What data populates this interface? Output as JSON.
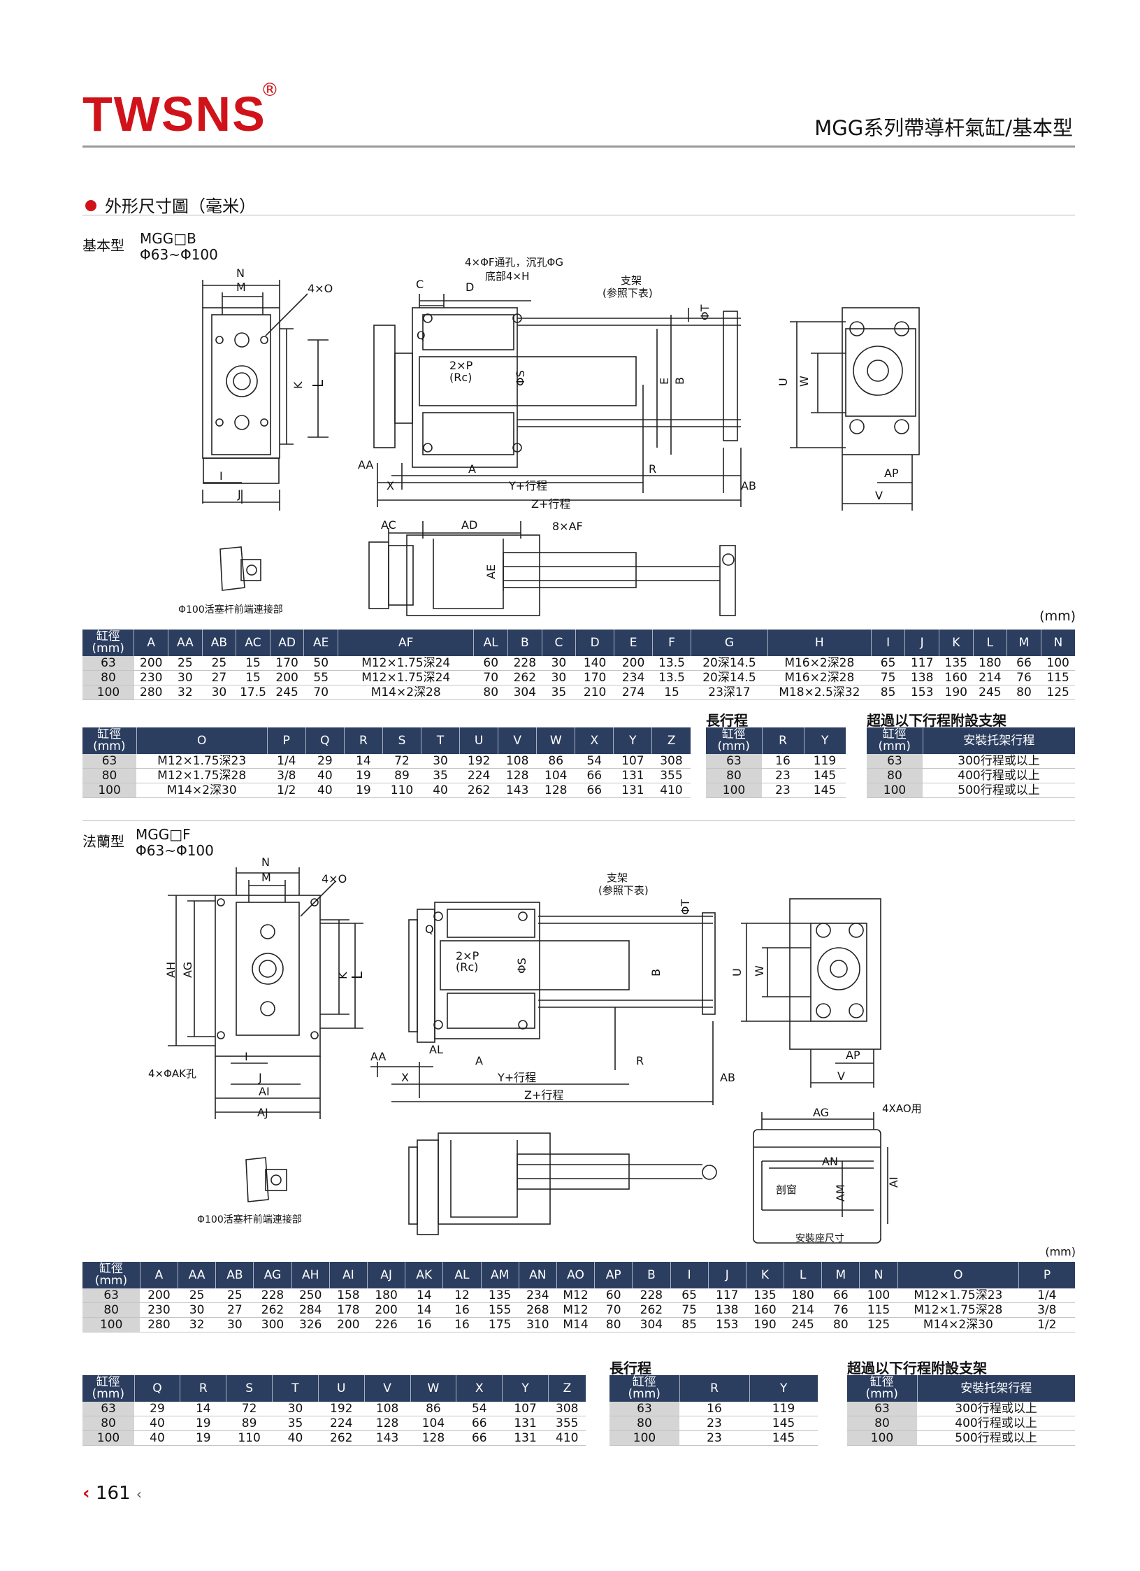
{
  "header": {
    "logo": "TWSNS",
    "registered": "®",
    "title": "MGG系列帶導杆氣缸/基本型"
  },
  "section_title": "外形尺寸圖（毫米）",
  "basic": {
    "label": "基本型",
    "model": "MGG□B",
    "range": "Φ63~Φ100",
    "labels": {
      "N": "N",
      "M": "M",
      "o4": "4×O",
      "K": "K",
      "L": "L",
      "I": "I",
      "J": "J",
      "note1": "4×ΦF通孔，沉孔ΦG",
      "note2": "底部4×H",
      "support1": "支架",
      "support2": "(参照下表)",
      "C": "C",
      "D": "D",
      "T": "ΦT",
      "Q": "Q",
      "P1": "2×P",
      "P2": "(Rc)",
      "S": "ΦS",
      "E": "E",
      "B": "B",
      "AA": "AA",
      "A": "A",
      "R": "R",
      "X": "X",
      "Y": "Y+行程",
      "Z": "Z+行程",
      "AB": "AB",
      "U": "U",
      "W": "W",
      "AP": "AP",
      "V": "V",
      "AC": "AC",
      "AD": "AD",
      "AF": "8×AF",
      "AE": "AE"
    },
    "rod_note": "Φ100活塞杆前端連接部"
  },
  "unit": "(mm)",
  "table1": {
    "headers": [
      "缸徑\n(mm)",
      "A",
      "AA",
      "AB",
      "AC",
      "AD",
      "AE",
      "AF",
      "AL",
      "B",
      "C",
      "D",
      "E",
      "F",
      "G",
      "H",
      "I",
      "J",
      "K",
      "L",
      "M",
      "N"
    ],
    "rows": [
      [
        "63",
        "200",
        "25",
        "25",
        "15",
        "170",
        "50",
        "M12×1.75深24",
        "60",
        "228",
        "30",
        "140",
        "200",
        "13.5",
        "20深14.5",
        "M16×2深28",
        "65",
        "117",
        "135",
        "180",
        "66",
        "100"
      ],
      [
        "80",
        "230",
        "30",
        "27",
        "15",
        "200",
        "55",
        "M12×1.75深24",
        "70",
        "262",
        "30",
        "170",
        "234",
        "13.5",
        "20深14.5",
        "M16×2深28",
        "75",
        "138",
        "160",
        "214",
        "76",
        "115"
      ],
      [
        "100",
        "280",
        "32",
        "30",
        "17.5",
        "245",
        "70",
        "M14×2深28",
        "80",
        "304",
        "35",
        "210",
        "274",
        "15",
        "23深17",
        "M18×2.5深32",
        "85",
        "153",
        "190",
        "245",
        "80",
        "125"
      ]
    ]
  },
  "table2": {
    "headers": [
      "缸徑\n(mm)",
      "O",
      "P",
      "Q",
      "R",
      "S",
      "T",
      "U",
      "V",
      "W",
      "X",
      "Y",
      "Z"
    ],
    "rows": [
      [
        "63",
        "M12×1.75深23",
        "1/4",
        "29",
        "14",
        "72",
        "30",
        "192",
        "108",
        "86",
        "54",
        "107",
        "308"
      ],
      [
        "80",
        "M12×1.75深28",
        "3/8",
        "40",
        "19",
        "89",
        "35",
        "224",
        "128",
        "104",
        "66",
        "131",
        "355"
      ],
      [
        "100",
        "M14×2深30",
        "1/2",
        "40",
        "19",
        "110",
        "40",
        "262",
        "143",
        "128",
        "66",
        "131",
        "410"
      ]
    ]
  },
  "long_stroke": {
    "title": "長行程",
    "headers": [
      "缸徑\n(mm)",
      "R",
      "Y"
    ],
    "rows": [
      [
        "63",
        "16",
        "119"
      ],
      [
        "80",
        "23",
        "145"
      ],
      [
        "100",
        "23",
        "145"
      ]
    ]
  },
  "support_table": {
    "title": "超過以下行程附設支架",
    "headers": [
      "缸徑\n(mm)",
      "安裝托架行程"
    ],
    "rows": [
      [
        "63",
        "300行程或以上"
      ],
      [
        "80",
        "400行程或以上"
      ],
      [
        "100",
        "500行程或以上"
      ]
    ]
  },
  "flange": {
    "label": "法蘭型",
    "model": "MGG□F",
    "range": "Φ63~Φ100",
    "labels": {
      "N": "N",
      "M": "M",
      "o4": "4×O",
      "AH": "AH",
      "AG": "AG",
      "K": "K",
      "L": "L",
      "I": "I",
      "J": "J",
      "AK": "4×ΦAK孔",
      "AI": "AI",
      "AJ": "AJ",
      "support1": "支架",
      "support2": "(参照下表)",
      "T": "ΦT",
      "Q": "Q",
      "P1": "2×P",
      "P2": "(Rc)",
      "S": "ΦS",
      "B": "B",
      "AA": "AA",
      "AL": "AL",
      "A": "A",
      "R": "R",
      "X": "X",
      "Y": "Y+行程",
      "Z": "Z+行程",
      "AB": "AB",
      "U": "U",
      "W": "W",
      "AP": "AP",
      "V": "V",
      "AG2": "AG",
      "AO": "4XAO用",
      "AN": "AN",
      "AM": "AM",
      "AI2": "AI",
      "window": "剖窗",
      "mount": "安裝座尺寸"
    },
    "rod_note": "Φ100活塞杆前端連接部"
  },
  "table3": {
    "headers": [
      "缸徑\n(mm)",
      "A",
      "AA",
      "AB",
      "AG",
      "AH",
      "AI",
      "AJ",
      "AK",
      "AL",
      "AM",
      "AN",
      "AO",
      "AP",
      "B",
      "I",
      "J",
      "K",
      "L",
      "M",
      "N",
      "O",
      "P"
    ],
    "rows": [
      [
        "63",
        "200",
        "25",
        "25",
        "228",
        "250",
        "158",
        "180",
        "14",
        "12",
        "135",
        "234",
        "M12",
        "60",
        "228",
        "65",
        "117",
        "135",
        "180",
        "66",
        "100",
        "M12×1.75深23",
        "1/4"
      ],
      [
        "80",
        "230",
        "30",
        "27",
        "262",
        "284",
        "178",
        "200",
        "14",
        "16",
        "155",
        "268",
        "M12",
        "70",
        "262",
        "75",
        "138",
        "160",
        "214",
        "76",
        "115",
        "M12×1.75深28",
        "3/8"
      ],
      [
        "100",
        "280",
        "32",
        "30",
        "300",
        "326",
        "200",
        "226",
        "16",
        "16",
        "175",
        "310",
        "M14",
        "80",
        "304",
        "85",
        "153",
        "190",
        "245",
        "80",
        "125",
        "M14×2深30",
        "1/2"
      ]
    ]
  },
  "table4": {
    "headers": [
      "缸徑\n(mm)",
      "Q",
      "R",
      "S",
      "T",
      "U",
      "V",
      "W",
      "X",
      "Y",
      "Z"
    ],
    "rows": [
      [
        "63",
        "29",
        "14",
        "72",
        "30",
        "192",
        "108",
        "86",
        "54",
        "107",
        "308"
      ],
      [
        "80",
        "40",
        "19",
        "89",
        "35",
        "224",
        "128",
        "104",
        "66",
        "131",
        "355"
      ],
      [
        "100",
        "40",
        "19",
        "110",
        "40",
        "262",
        "143",
        "128",
        "66",
        "131",
        "410"
      ]
    ]
  },
  "page_number": "161"
}
